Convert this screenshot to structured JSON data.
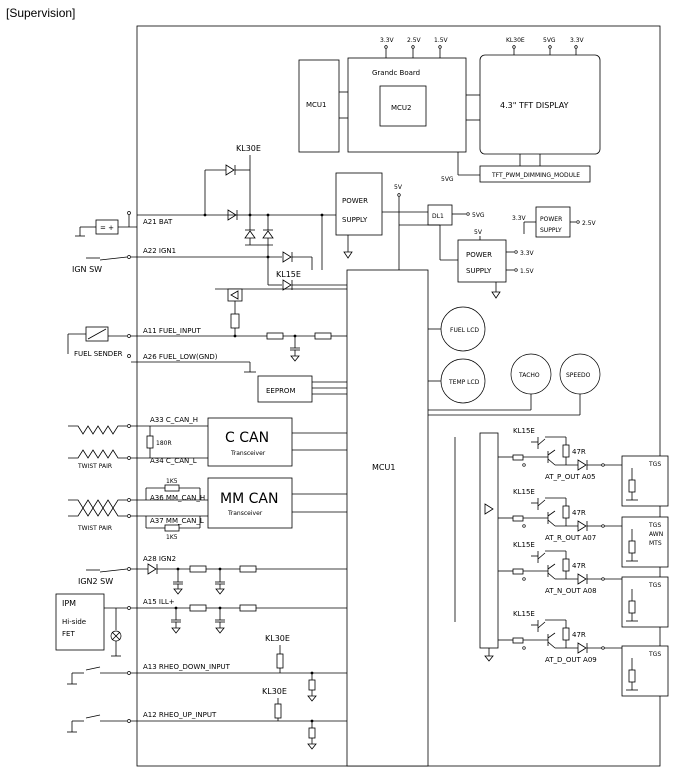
{
  "title": "[Supervision]",
  "modules": {
    "mcu_main": "MCU1",
    "mcu_top": "MCU1",
    "mcu_grandc": "MCU2",
    "grandc_board": "Grandc   Board",
    "tft_display": "4.3\" TFT DISPLAY",
    "tft_dimming": "TFT_PWM_DIMMING_MODULE",
    "power_supply_main": [
      "POWER",
      "SUPPLY"
    ],
    "power_supply_small": [
      "POWER",
      "SUPPLY"
    ],
    "power_supply_2": [
      "POWER",
      "SUPPLY"
    ],
    "eeprom": "EEPROM",
    "c_can": "C CAN",
    "c_can_sub": "Transceiver",
    "mm_can": "MM CAN",
    "mm_can_sub": "Transceiver",
    "ipm": "IPM",
    "ipm_sub": [
      "Hi-side",
      "FET"
    ],
    "fuel_lcd": "FUEL LCD",
    "temp_lcd": "TEMP LCD",
    "tacho": "TACHO",
    "speedo": "SPEEDO",
    "dl": "DL1",
    "fuel_sender": "FUEL SENDER",
    "twist_pair_1": "TWIST PAIR",
    "twist_pair_2": "TWIST PAIR",
    "ign_sw": "IGN SW",
    "ign2_sw": "IGN2 SW"
  },
  "voltages": {
    "grandc_top": [
      "3.3V",
      "2.5V",
      "1.5V"
    ],
    "tft_top": [
      "KL30E",
      "5VG",
      "3.3V"
    ],
    "vcc_5v": "5V",
    "vcc_5vg": "5VG",
    "vcc_5vg_dim": "5VG",
    "ps_small_in": "3.3V",
    "ps_small_out": "2.5V",
    "ps2_in": "5V",
    "ps2_out1": "3.3V",
    "ps2_out2": "1.5V"
  },
  "pins": {
    "a21": "A21 BAT",
    "a22": "A22 IGN1",
    "a11": "A11 FUEL_INPUT",
    "a26": "A26 FUEL_LOW(GND)",
    "a33": "A33 C_CAN_H",
    "a34": "A34 C_CAN_L",
    "a36": "A36 MM_CAN_H",
    "a37": "A37 MM_CAN_L",
    "a28": "A28 IGN2",
    "a15": "A15 ILL+",
    "a13": "A13 RHEO_DOWN_INPUT",
    "a12": "A12 RHEO_UP_INPUT"
  },
  "supply_labels": {
    "kl30e_top": "KL30E",
    "kl15e_mid": "KL15E",
    "kl30e_a13": "KL30E",
    "kl30e_a12": "KL30E",
    "kl15e_outputs": [
      "KL15E",
      "KL15E",
      "KL15E",
      "KL15E"
    ]
  },
  "resistors": {
    "r180": "180R",
    "r1k5_a": "1K5",
    "r1k5_b": "1K5",
    "r47": [
      "47R",
      "47R",
      "47R",
      "47R"
    ]
  },
  "outputs": {
    "labels": [
      "AT_P_OUT A05",
      "AT_R_OUT A07",
      "AT_N_OUT A08",
      "AT_D_OUT A09"
    ],
    "tgs": [
      "TGS",
      "TGS",
      "TGS",
      "TGS"
    ],
    "tgs_extra": [
      "AWN",
      "MTS"
    ]
  }
}
